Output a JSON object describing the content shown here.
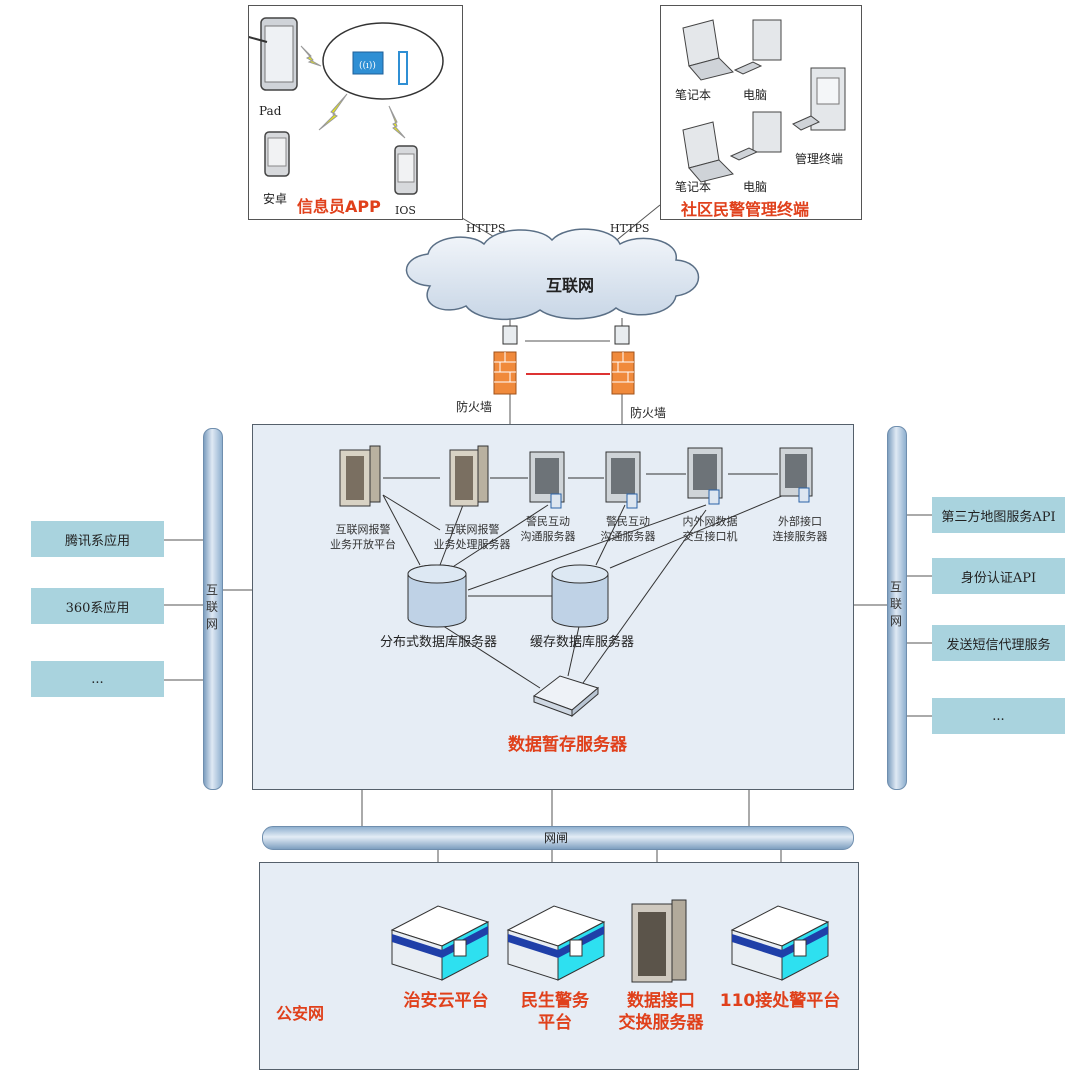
{
  "top_left": {
    "title": "信息员APP",
    "pad_label": "Pad",
    "android_label": "安卓",
    "ios_label": "IOS"
  },
  "top_right": {
    "title": "社区民警管理终端",
    "laptop1_label": "笔记本",
    "pc1_label": "电脑",
    "laptop2_label": "笔记本",
    "pc2_label": "电脑",
    "terminal_label": "管理终端"
  },
  "links": {
    "https_left": "HTTPS",
    "https_right": "HTTPS"
  },
  "internet_cloud": "互联网",
  "firewall_left": "防火墙",
  "firewall_right": "防火墙",
  "servers": [
    {
      "line1": "互联网报警",
      "line2": "业务开放平台"
    },
    {
      "line1": "互联网报警",
      "line2": "业务处理服务器"
    },
    {
      "line1": "警民互动",
      "line2": "沟通服务器"
    },
    {
      "line1": "警民互动",
      "line2": "沟通服务器"
    },
    {
      "line1": "内外网数据",
      "line2": "交互接口机"
    },
    {
      "line1": "外部接口",
      "line2": "连接服务器"
    }
  ],
  "databases": {
    "distributed": "分布式数据库服务器",
    "cache": "缓存数据库服务器"
  },
  "staging_server": "数据暂存服务器",
  "left_pipe": [
    "互",
    "联",
    "网"
  ],
  "right_pipe": [
    "互",
    "联",
    "网"
  ],
  "left_apps": [
    "腾讯系应用",
    "360系应用",
    "..."
  ],
  "right_apis": [
    "第三方地图服务API",
    "身份认证API",
    "发送短信代理服务",
    "..."
  ],
  "gateway": "网闸",
  "police_net": {
    "label": "公安网",
    "platforms": [
      {
        "line1": "治安云平台",
        "line2": ""
      },
      {
        "line1": "民生警务",
        "line2": "平台"
      },
      {
        "line1": "数据接口",
        "line2": "交换服务器"
      },
      {
        "line1": "110接处警平台",
        "line2": ""
      }
    ]
  }
}
